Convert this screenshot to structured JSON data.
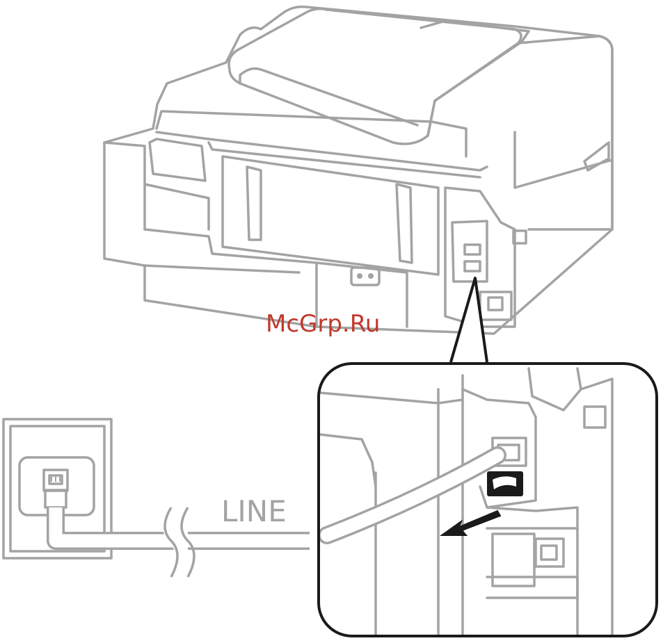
{
  "watermark": {
    "text": "McGrp.Ru",
    "color": "#c0392b"
  },
  "cable_label": {
    "text": "LINE",
    "color": "#a3a3a3"
  },
  "colors": {
    "line_art": "#a3a3a3",
    "callout_border": "#1a1a1a",
    "arrow": "#1a1a1a"
  },
  "icons": [
    "printer-illustration",
    "wall-phone-jack",
    "telephone-cable",
    "zoom-callout",
    "disconnect-arrow",
    "cap-removal-icon"
  ]
}
